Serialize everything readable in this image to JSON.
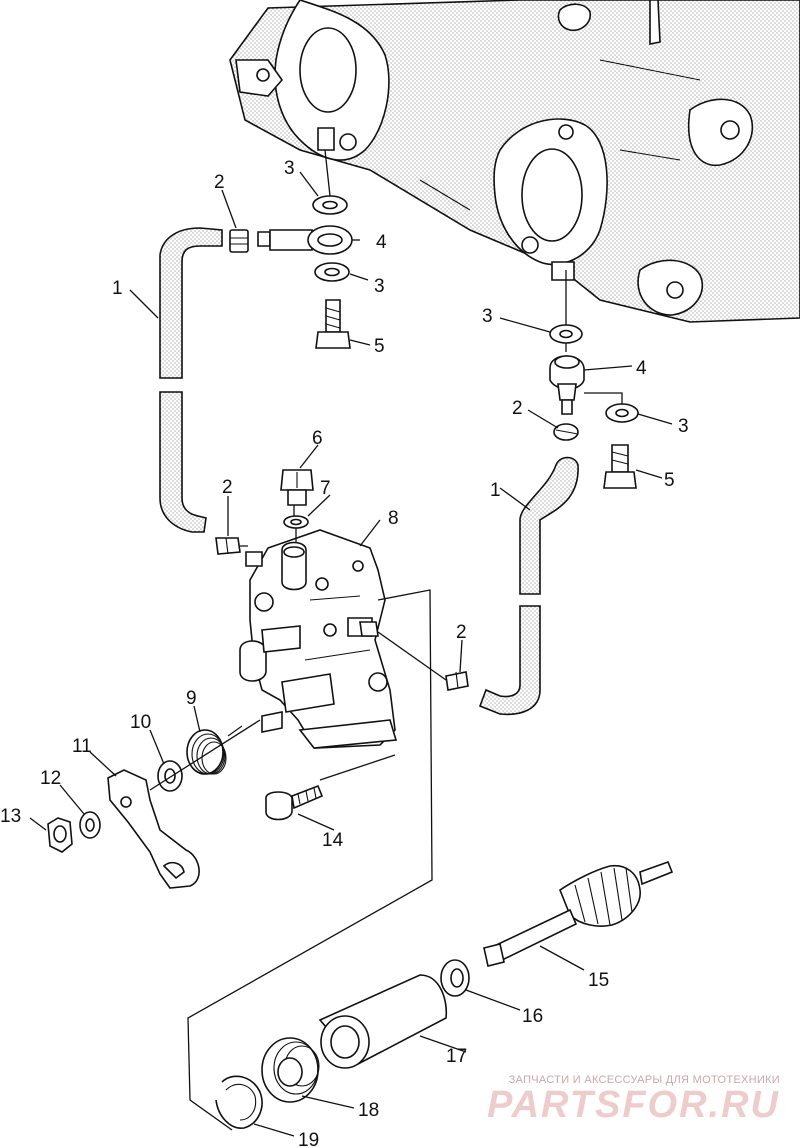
{
  "callouts": [
    {
      "id": "c1a",
      "text": "1"
    },
    {
      "id": "c1b",
      "text": "1"
    },
    {
      "id": "c2a",
      "text": "2"
    },
    {
      "id": "c2b",
      "text": "2"
    },
    {
      "id": "c2c",
      "text": "2"
    },
    {
      "id": "c2d",
      "text": "2"
    },
    {
      "id": "c3a",
      "text": "3"
    },
    {
      "id": "c3b",
      "text": "3"
    },
    {
      "id": "c3c",
      "text": "3"
    },
    {
      "id": "c3d",
      "text": "3"
    },
    {
      "id": "c4a",
      "text": "4"
    },
    {
      "id": "c4b",
      "text": "4"
    },
    {
      "id": "c5a",
      "text": "5"
    },
    {
      "id": "c5b",
      "text": "5"
    },
    {
      "id": "c6",
      "text": "6"
    },
    {
      "id": "c7",
      "text": "7"
    },
    {
      "id": "c8",
      "text": "8"
    },
    {
      "id": "c9",
      "text": "9"
    },
    {
      "id": "c10",
      "text": "10"
    },
    {
      "id": "c11",
      "text": "11"
    },
    {
      "id": "c12",
      "text": "12"
    },
    {
      "id": "c13",
      "text": "13"
    },
    {
      "id": "c14",
      "text": "14"
    },
    {
      "id": "c15",
      "text": "15"
    },
    {
      "id": "c16",
      "text": "16"
    },
    {
      "id": "c17",
      "text": "17"
    },
    {
      "id": "c18",
      "text": "18"
    },
    {
      "id": "c19",
      "text": "19"
    }
  ],
  "watermark": {
    "subtitle": "ЗАПЧАСТИ И АКСЕССУАРЫ ДЛЯ МОТОТЕХНИКИ",
    "logo": "PARTSFOR.RU"
  }
}
